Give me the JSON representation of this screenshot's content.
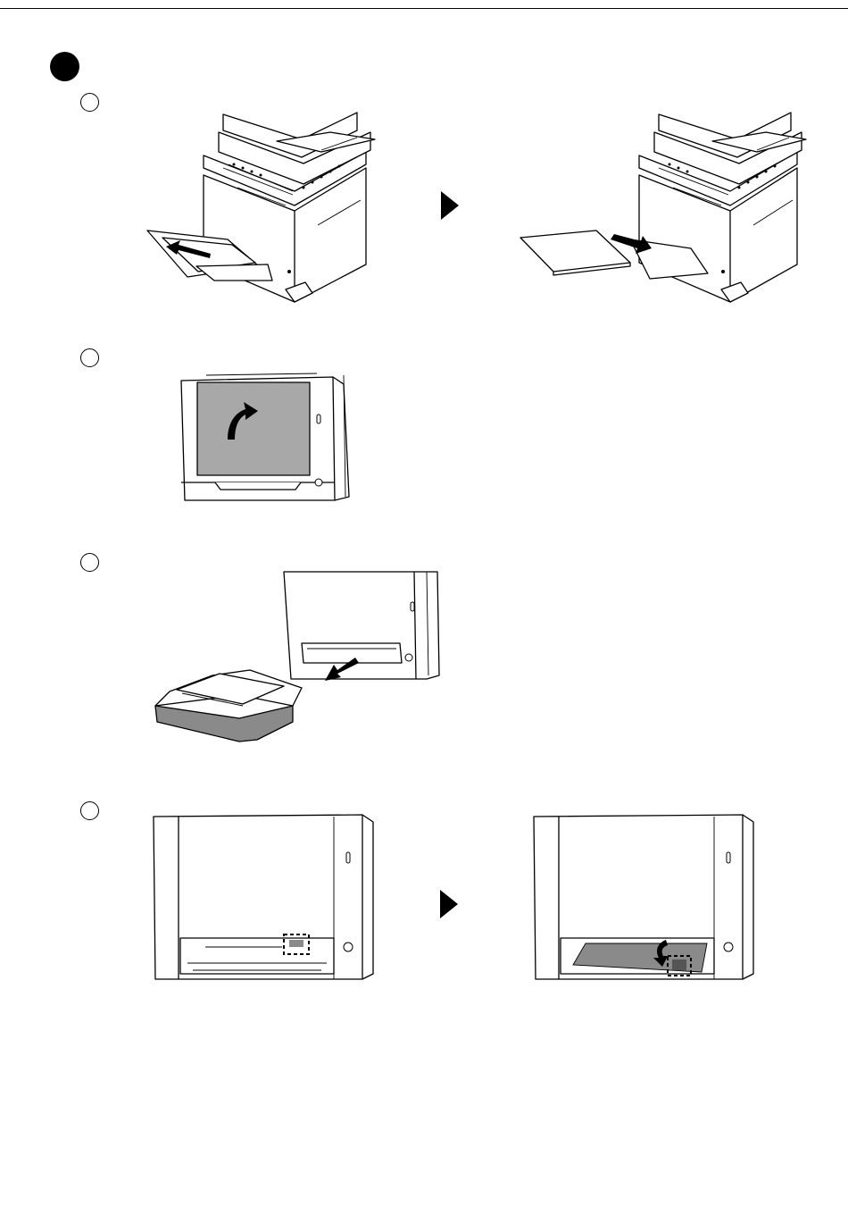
{
  "steps": [
    {
      "illustrations": [
        "printer-removing-paper-from-multipurpose-tray",
        "printer-closing-multipurpose-tray"
      ],
      "has_arrow": true
    },
    {
      "illustrations": [
        "printer-closing-front-cover"
      ],
      "has_arrow": false
    },
    {
      "illustrations": [
        "printer-pulling-out-paper-cassette"
      ],
      "has_arrow": false
    },
    {
      "illustrations": [
        "printer-cassette-slot-lever",
        "printer-cassette-slot-lever-lowered"
      ],
      "has_arrow": true
    }
  ],
  "colors": {
    "line": "#000000",
    "panel_gray": "#a8a8a8",
    "tray_gray": "#8a8a8a",
    "background": "#ffffff"
  },
  "icons": [
    "section-marker-icon",
    "step-circle-icon",
    "step-arrow-icon",
    "curved-arrow-icon",
    "pull-arrow-icon",
    "dashed-highlight-icon"
  ]
}
